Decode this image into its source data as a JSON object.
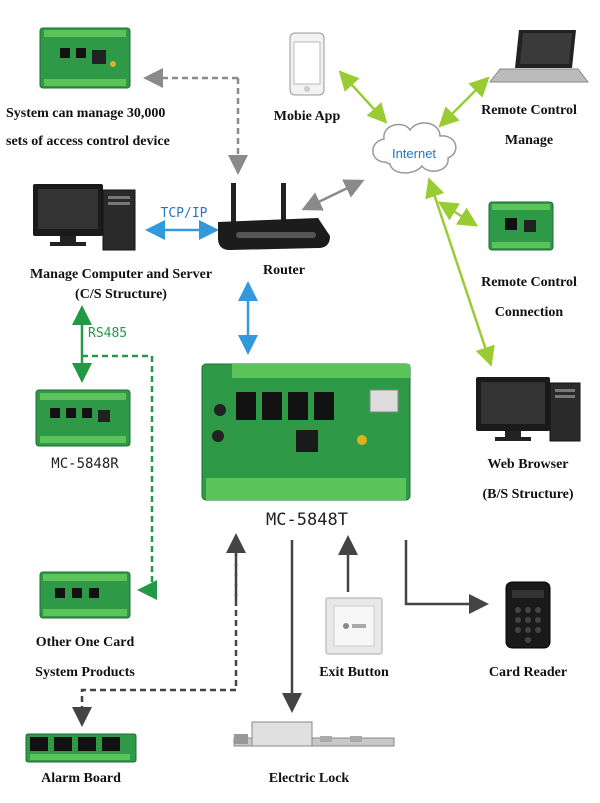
{
  "labels": {
    "system_capacity": [
      "System can manage 30,000",
      "sets of access control device"
    ],
    "mobile_app": "Mobie App",
    "remote_control_manage": [
      "Remote Control",
      "Manage"
    ],
    "internet": "Internet",
    "tcp_ip": "TCP/IP",
    "manage_computer": [
      "Manage Computer and Server",
      "(C/S Structure)"
    ],
    "router": "Router",
    "remote_control_connection": [
      "Remote Control",
      "Connection"
    ],
    "rs485": "RS485",
    "mc_5848r": "MC-5848R",
    "mc_5848t": "MC-5848T",
    "web_browser": [
      "Web Browser",
      "(B/S Structure)"
    ],
    "other_products": [
      "Other One Card",
      "System Products"
    ],
    "exit_button": "Exit Button",
    "card_reader": "Card Reader",
    "alarm_board": "Alarm Board",
    "electric_lock": "Electric Lock"
  },
  "colors": {
    "pcb_green": "#2e9a48",
    "terminal_green": "#5cc25a",
    "arrow_gray": "#8a8a8a",
    "arrow_green": "#99cc33",
    "arrow_blue": "#3399dd",
    "arrow_dark": "#444444",
    "rs485_green": "#229944",
    "internet_blue": "#2277cc"
  }
}
